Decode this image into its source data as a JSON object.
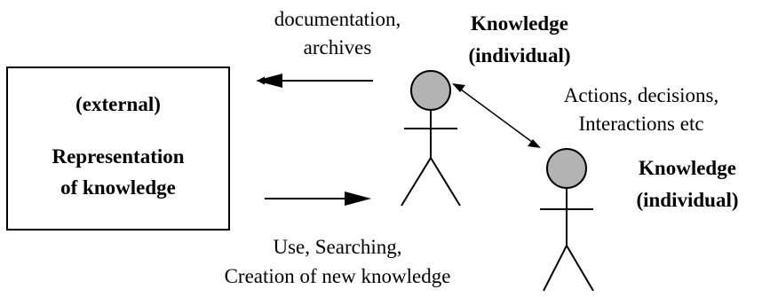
{
  "box": {
    "line1": "(external)",
    "line2": "Representation",
    "line3": "of knowledge"
  },
  "top_arrow_label": {
    "line1": "documentation,",
    "line2": "archives"
  },
  "bottom_arrow_label": {
    "line1": "Use, Searching,",
    "line2": "Creation of new knowledge"
  },
  "person1_label": {
    "line1": "Knowledge",
    "line2": "(individual)"
  },
  "person2_label": {
    "line1": "Knowledge",
    "line2": "(individual)"
  },
  "interaction_label": {
    "line1": "Actions, decisions,",
    "line2": "Interactions etc"
  },
  "colors": {
    "head_fill": "#b3b3b3",
    "stroke": "#000000"
  }
}
